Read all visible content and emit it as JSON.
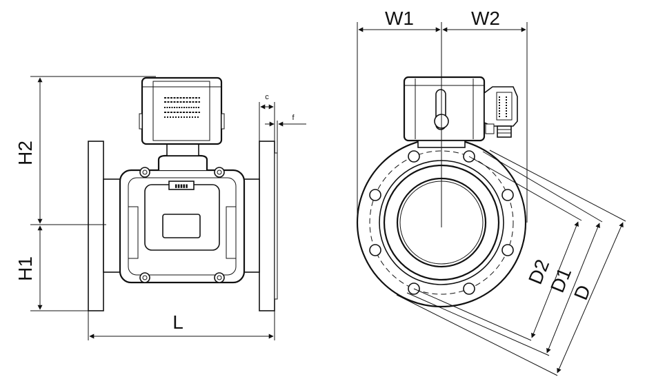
{
  "labels": {
    "H2": "H2",
    "H1": "H1",
    "L": "L",
    "c": "c",
    "f": "f",
    "W1": "W1",
    "W2": "W2",
    "D2": "D2",
    "D1": "D1",
    "D": "D"
  },
  "colors": {
    "line": "#111111",
    "background": "#ffffff"
  }
}
